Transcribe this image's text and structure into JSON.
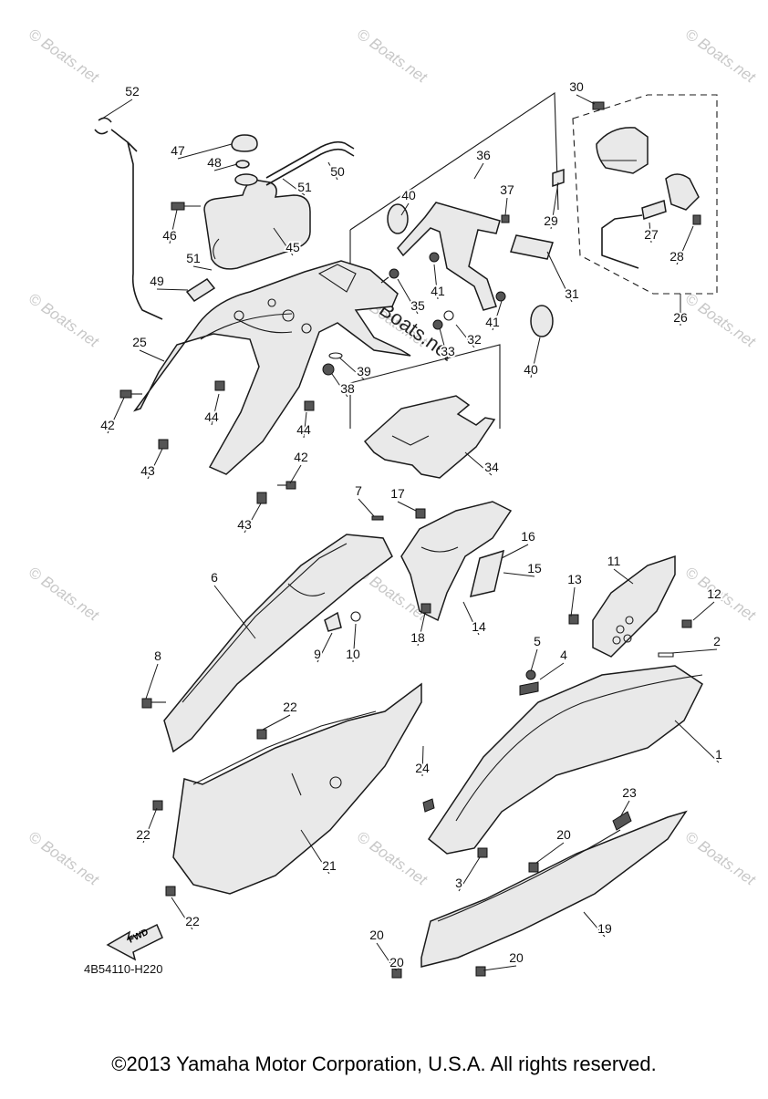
{
  "diagram_code": "4B54110-H220",
  "fwd_label": "FWD",
  "copyright": "©2013 Yamaha Motor Corporation, U.S.A. All rights reserved.",
  "watermark": "© Boats.net",
  "callouts": [
    "1",
    "2",
    "3",
    "4",
    "5",
    "6",
    "7",
    "8",
    "9",
    "10",
    "11",
    "12",
    "13",
    "14",
    "15",
    "16",
    "17",
    "18",
    "19",
    "20",
    "20",
    "20",
    "20",
    "21",
    "22",
    "22",
    "22",
    "23",
    "24",
    "25",
    "26",
    "27",
    "28",
    "29",
    "30",
    "31",
    "32",
    "33",
    "34",
    "35",
    "36",
    "37",
    "38",
    "39",
    "40",
    "40",
    "41",
    "41",
    "42",
    "42",
    "43",
    "43",
    "44",
    "44",
    "45",
    "46",
    "47",
    "48",
    "49",
    "50",
    "51",
    "51",
    "52"
  ]
}
